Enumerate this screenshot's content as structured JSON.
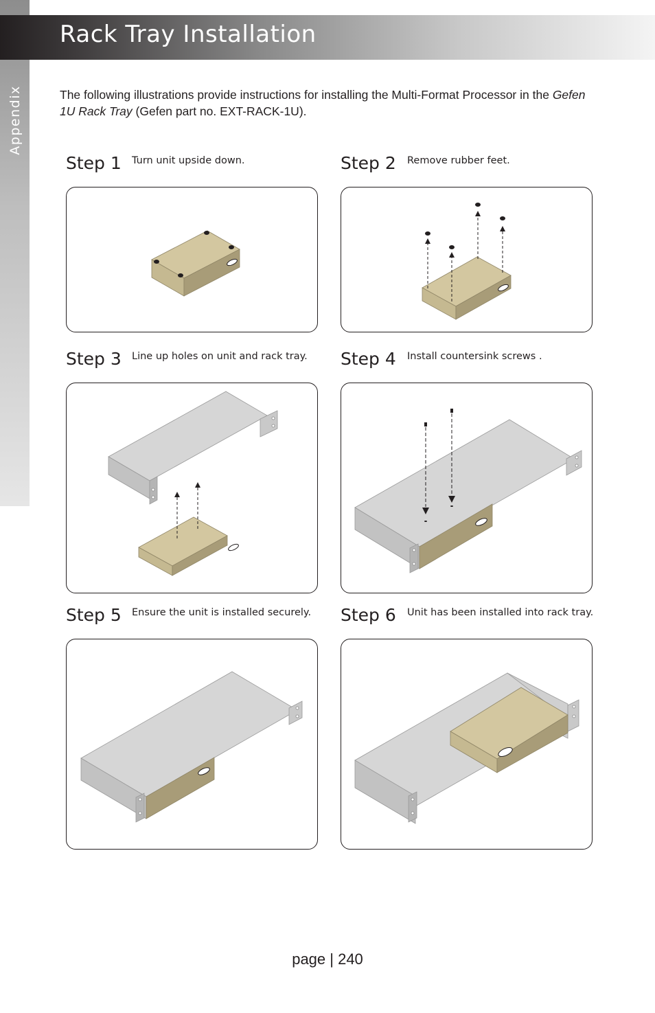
{
  "sidebar": {
    "label": "Appendix"
  },
  "header": {
    "title": "Rack Tray Installation"
  },
  "intro": {
    "text_before": "The following illustrations provide instructions for installing the Multi-Format Processor in the ",
    "italic": "Gefen 1U Rack Tray",
    "text_after": " (Gefen part no. EXT-RACK-1U)."
  },
  "steps": [
    {
      "title": "Step 1",
      "desc": "Turn unit upside down."
    },
    {
      "title": "Step 2",
      "desc": "Remove rubber feet."
    },
    {
      "title": "Step 3",
      "desc": "Line up holes on unit and rack tray."
    },
    {
      "title": "Step 4",
      "desc": "Install countersink screws ."
    },
    {
      "title": "Step 5",
      "desc": "Ensure the unit is installed securely."
    },
    {
      "title": "Step 6",
      "desc": "Unit has been installed into rack tray."
    }
  ],
  "footer": {
    "page": "page | 240"
  },
  "colors": {
    "unit_top": "#d3c7a0",
    "unit_side": "#a89c78",
    "tray": "#d2d2d2",
    "tray_dark": "#b3b3b3"
  }
}
